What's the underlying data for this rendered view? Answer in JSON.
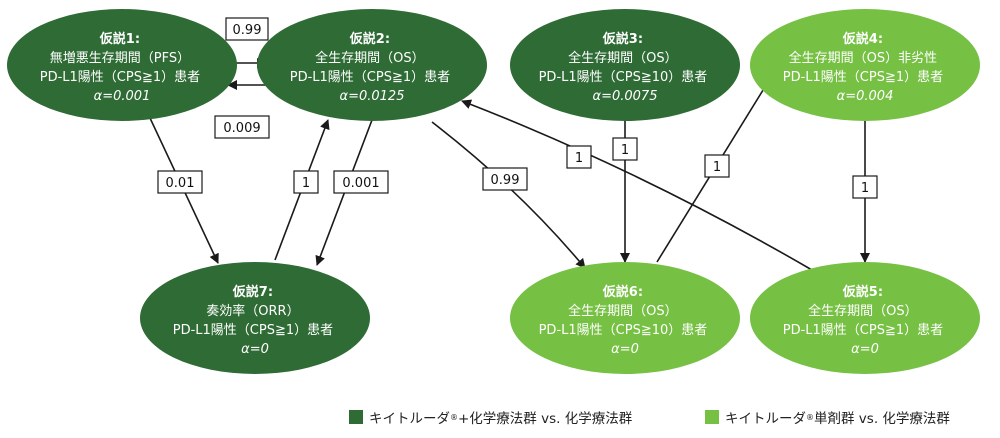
{
  "colors": {
    "dark": "#2f6b35",
    "light": "#76c043",
    "edge": "#1a1a1a"
  },
  "nodes": {
    "h1": {
      "title": "仮説1:",
      "l1": "無増悪生存期間（PFS）",
      "l2": "PD-L1陽性（CPS≧1）患者",
      "alpha": "α=0.001"
    },
    "h2": {
      "title": "仮説2:",
      "l1": "全生存期間（OS）",
      "l2": "PD-L1陽性（CPS≧1）患者",
      "alpha": "α=0.0125"
    },
    "h3": {
      "title": "仮説3:",
      "l1": "全生存期間（OS）",
      "l2": "PD-L1陽性（CPS≧10）患者",
      "alpha": "α=0.0075"
    },
    "h4": {
      "title": "仮説4:",
      "l1": "全生存期間（OS）非劣性",
      "l2": "PD-L1陽性（CPS≧1）患者",
      "alpha": "α=0.004"
    },
    "h5": {
      "title": "仮説5:",
      "l1": "全生存期間（OS）",
      "l2": "PD-L1陽性（CPS≧1）患者",
      "alpha": "α=0"
    },
    "h6": {
      "title": "仮説6:",
      "l1": "全生存期間（OS）",
      "l2": "PD-L1陽性（CPS≧10）患者",
      "alpha": "α=0"
    },
    "h7": {
      "title": "仮説7:",
      "l1": "奏効率（ORR）",
      "l2": "PD-L1陽性（CPS≧1）患者",
      "alpha": "α=0"
    }
  },
  "edges": [
    {
      "from": "h1",
      "to": "h2",
      "weight": "0.99"
    },
    {
      "from": "h2",
      "to": "h1",
      "weight": "0.009"
    },
    {
      "from": "h1",
      "to": "h7",
      "weight": "0.01"
    },
    {
      "from": "h7",
      "to": "h2",
      "weight": "1"
    },
    {
      "from": "h2",
      "to": "h7",
      "weight": "0.001"
    },
    {
      "from": "h2",
      "to": "h6",
      "weight": "0.99"
    },
    {
      "from": "h3",
      "to": "h6",
      "weight": "1"
    },
    {
      "from": "h6",
      "to": "h4",
      "weight": "1"
    },
    {
      "from": "h4",
      "to": "h5",
      "weight": "1"
    },
    {
      "from": "h5",
      "to": "h2",
      "weight": "1"
    }
  ],
  "legend": {
    "dark_label_a": "キイトルーダ",
    "dark_sup": "®",
    "dark_label_b": "+化学療法群 vs. 化学療法群",
    "light_label_a": "キイトルーダ",
    "light_sup": "®",
    "light_label_b": "単剤群 vs. 化学療法群"
  }
}
